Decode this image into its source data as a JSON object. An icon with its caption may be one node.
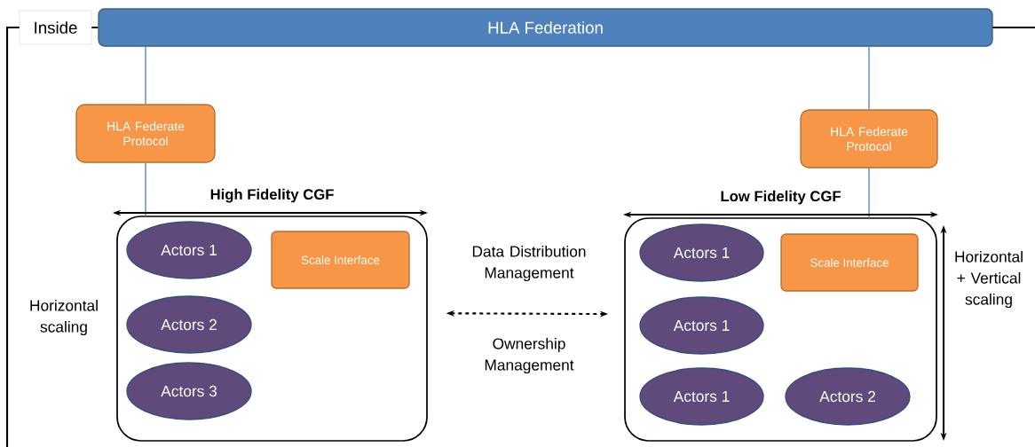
{
  "diagram": {
    "nodes": [
      {
        "text": [
          "Inside"
        ]
      },
      {
        "text": [
          "HLA Federation"
        ]
      },
      {
        "text": [
          "HLA Federate Protocol"
        ]
      },
      {
        "text": [
          "High Fidelity CGF"
        ]
      },
      {
        "text": [
          "Actors 1"
        ],
        "in": 3
      },
      {
        "text": [
          "Scale Interface"
        ],
        "in": 3
      },
      {
        "text": [
          "Actors 2"
        ],
        "in": 3
      },
      {
        "text": [
          "Actors 3"
        ],
        "in": 3
      },
      {
        "text": [
          "HLA Federate Protocol"
        ]
      },
      {
        "text": [
          "Low Fidelity CGF"
        ]
      },
      {
        "text": [
          "Actors 1"
        ],
        "in": 9
      },
      {
        "text": [
          "Scale Interface"
        ],
        "in": 9
      },
      {
        "text": [
          "Actors 1"
        ],
        "in": 9
      },
      {
        "text": [
          "Actors 1"
        ],
        "in": 9
      },
      {
        "text": [
          "Actors 2"
        ],
        "in": 9
      }
    ],
    "edges": [
      {
        "from": 0,
        "to": 1,
        "arrow": "none",
        "color": "#000000"
      },
      {
        "from": 1,
        "to": 2,
        "arrow": "none"
      },
      {
        "from": 2,
        "to": 3,
        "arrow": "none"
      },
      {
        "from": 1,
        "to": 8,
        "arrow": "none"
      },
      {
        "from": 8,
        "to": 9,
        "arrow": "none"
      },
      {
        "from": 3,
        "to": 9,
        "arrow": "both",
        "style": "dashed",
        "color": "#000000"
      }
    ],
    "labels": [
      "Horizontal scaling",
      "Data Distribution Management",
      "Ownership Management",
      "Horizontal + Vertical scaling"
    ]
  }
}
